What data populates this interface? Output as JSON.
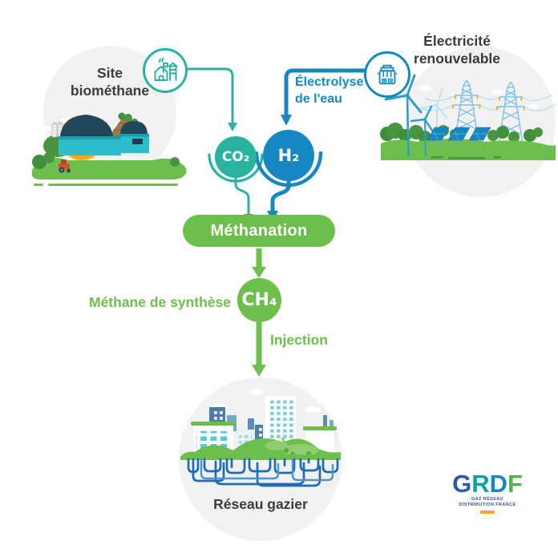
{
  "colors": {
    "teal": "#29b2a0",
    "blue": "#1787c1",
    "green": "#6cbf4c",
    "dark": "#3b3b3a",
    "circle_bg": "#f1f1f2",
    "orange": "#f7a823",
    "navy": "#23475a",
    "pipe": "#1d6cb5",
    "logo_g": "#2d59a7",
    "logo_r": "#0ba0a5",
    "logo_d": "#1b87c1",
    "logo_f": "#55b24b"
  },
  "nodes": {
    "site": {
      "label": "Site\nbiométhane"
    },
    "electricity": {
      "label": "Électricité\nrenouvelable"
    },
    "electrolysis": {
      "label": "Électrolyse\nde l'eau"
    },
    "co2": {
      "label": "CO₂"
    },
    "h2": {
      "label": "H₂"
    },
    "methanation": {
      "label": "Méthanation"
    },
    "methane": {
      "label": "Méthane de synthèse"
    },
    "ch4": {
      "label": "CH₄"
    },
    "injection": {
      "label": "Injection"
    },
    "network": {
      "label": "Réseau gazier"
    }
  },
  "icons": {
    "biomethane_plant": "factory-line-icon",
    "electrolyzer": "electrolyzer-line-icon"
  },
  "logo": {
    "letters": [
      {
        "char": "G"
      },
      {
        "char": "R"
      },
      {
        "char": "D"
      },
      {
        "char": "F"
      }
    ],
    "tagline": "GAZ RÉSEAU\nDISTRIBUTION FRANCE"
  }
}
